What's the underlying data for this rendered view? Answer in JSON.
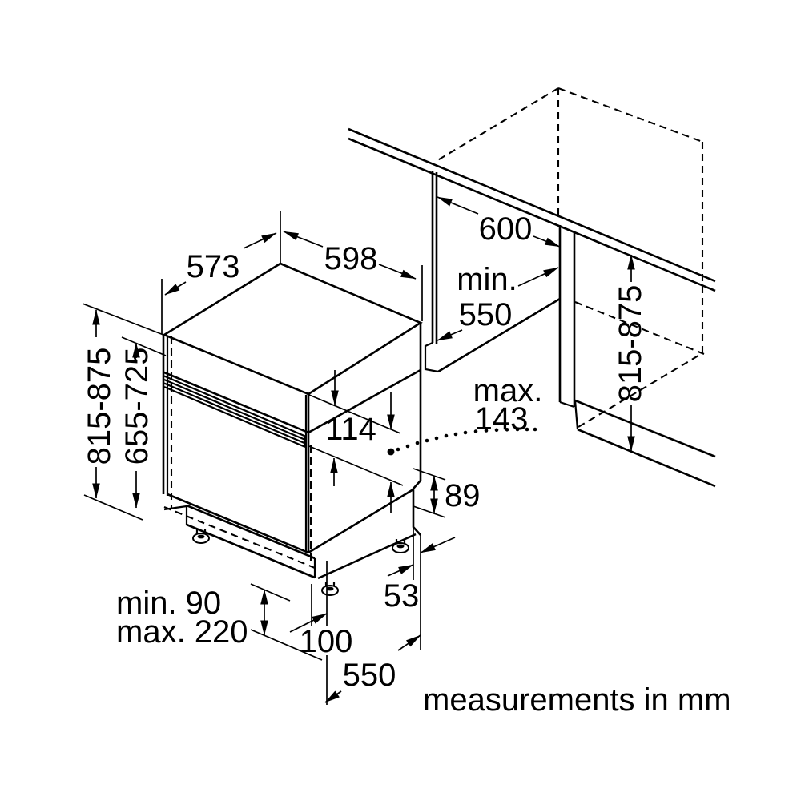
{
  "diagram": {
    "title_hint": "built-under dishwasher installation drawing",
    "footer": "measurements in mm",
    "labels": {
      "top_depth": "573",
      "top_width": "598",
      "niche_width": "600",
      "niche_depth_l1": "min.",
      "niche_depth_l2": "550",
      "niche_height_right": "815-875",
      "door_clearance_l1": "max.",
      "door_clearance_l2": "143",
      "panel_height": "114",
      "rear_step": "89",
      "total_height": "815-875",
      "front_height": "655-725",
      "plinth_min": "min. 90",
      "plinth_max": "max. 220",
      "plinth_depth": "100",
      "rear_offset": "53",
      "base_depth": "550"
    }
  }
}
